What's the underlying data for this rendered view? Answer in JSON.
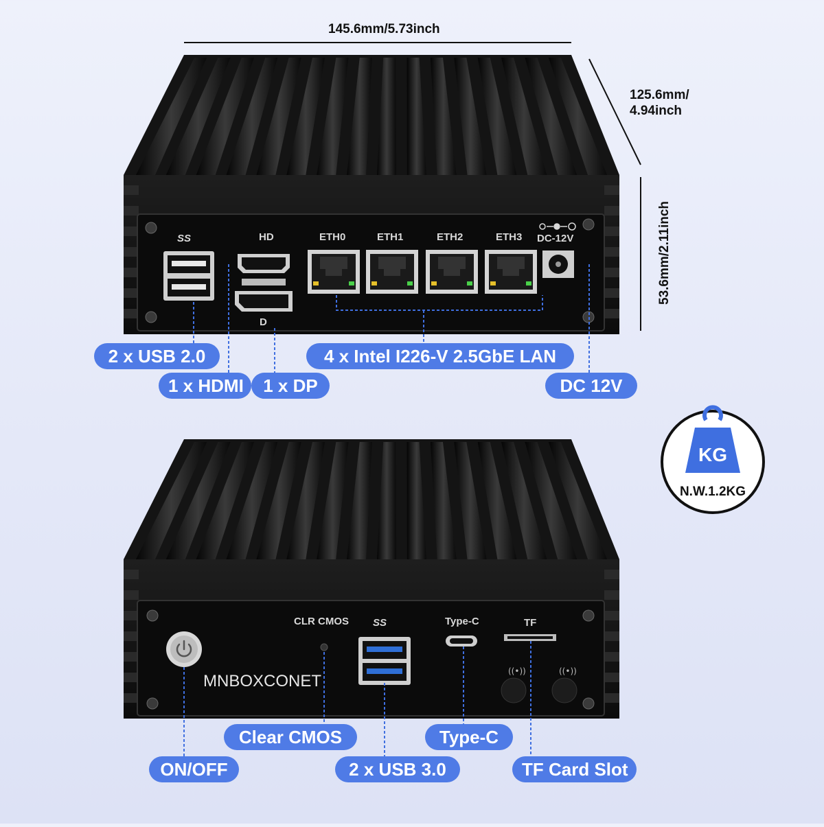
{
  "dimensions": {
    "width": "145.6mm/5.73inch",
    "depth_line1": "125.6mm/",
    "depth_line2": "4.94inch",
    "height": "53.6mm/2.11inch"
  },
  "front_panel": {
    "port_labels": {
      "usb_logo": "SS",
      "hdmi_logo": "HD",
      "dp_logo": "D",
      "eth": [
        "ETH0",
        "ETH1",
        "ETH2",
        "ETH3"
      ],
      "dc": "DC-12V"
    },
    "callouts": {
      "usb2": "2 x USB 2.0",
      "hdmi": "1 x HDMI",
      "dp": "1 x DP",
      "lan": "4 x Intel I226-V 2.5GbE LAN",
      "dc": "DC 12V"
    }
  },
  "rear_panel": {
    "port_labels": {
      "clr_cmos": "CLR CMOS",
      "usb_logo": "SS",
      "typec": "Type-C",
      "tf": "TF"
    },
    "brand": "MNBOXCONET",
    "callouts": {
      "clear_cmos": "Clear CMOS",
      "typec": "Type-C",
      "on_off": "ON/OFF",
      "usb3": "2 x USB 3.0",
      "tf_card": "TF Card Slot"
    }
  },
  "weight_badge": {
    "weight_icon_text": "KG",
    "net_weight": "N.W.1.2KG"
  },
  "colors": {
    "callout": "#4f7be6",
    "leader": "#3f6fe0",
    "chassis": "#141414",
    "usb3_blue": "#2f6fd6"
  }
}
